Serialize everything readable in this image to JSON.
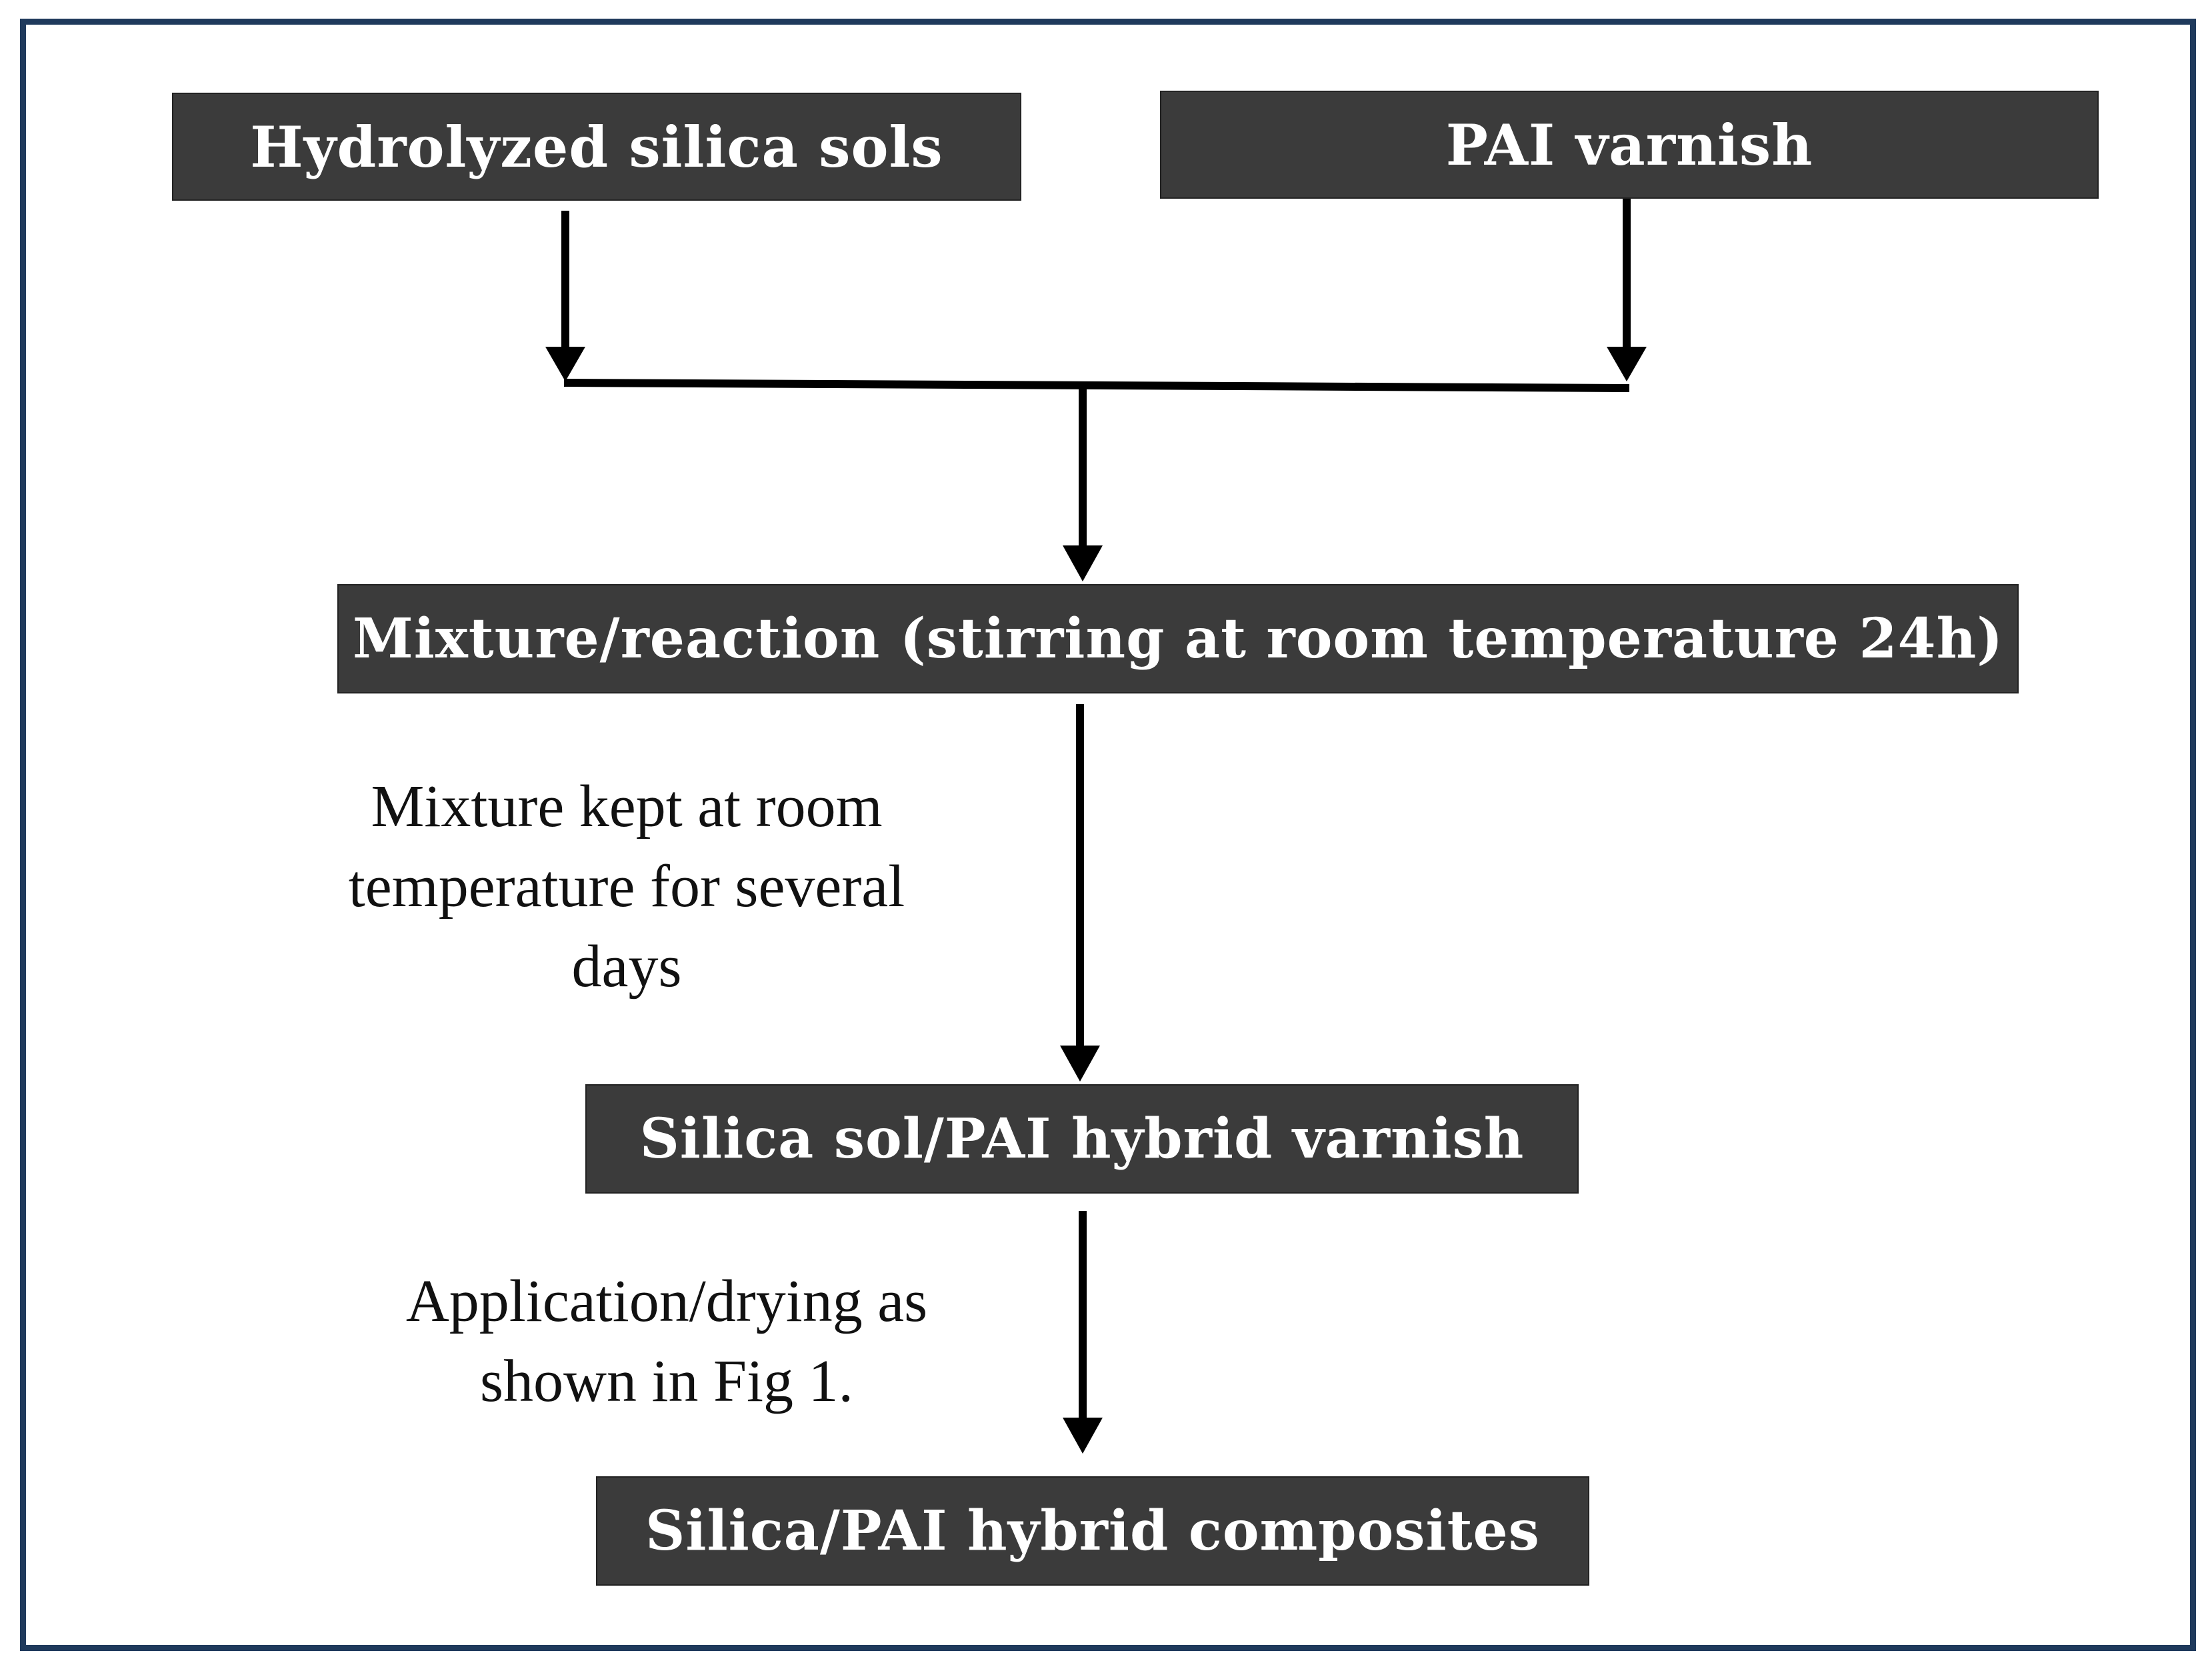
{
  "steps": {
    "hydrolyzed": "Hydrolyzed silica sols",
    "pai_varnish": "PAI varnish",
    "mixture": "Mixture/reaction (stirring at room temperature  24h)",
    "hybrid_varnish": "Silica sol/PAI hybrid varnish",
    "hybrid_composites": "Silica/PAI hybrid composites"
  },
  "notes": {
    "kept_line1": "Mixture kept at room",
    "kept_line2": "temperature for several",
    "kept_line3": "days",
    "apply_line1": "Application/drying as",
    "apply_line2": "shown in Fig 1."
  },
  "colors": {
    "box_fill": "#3b3b3b",
    "box_text": "#ffffff",
    "frame": "#1f3a5c",
    "arrow": "#000000"
  }
}
